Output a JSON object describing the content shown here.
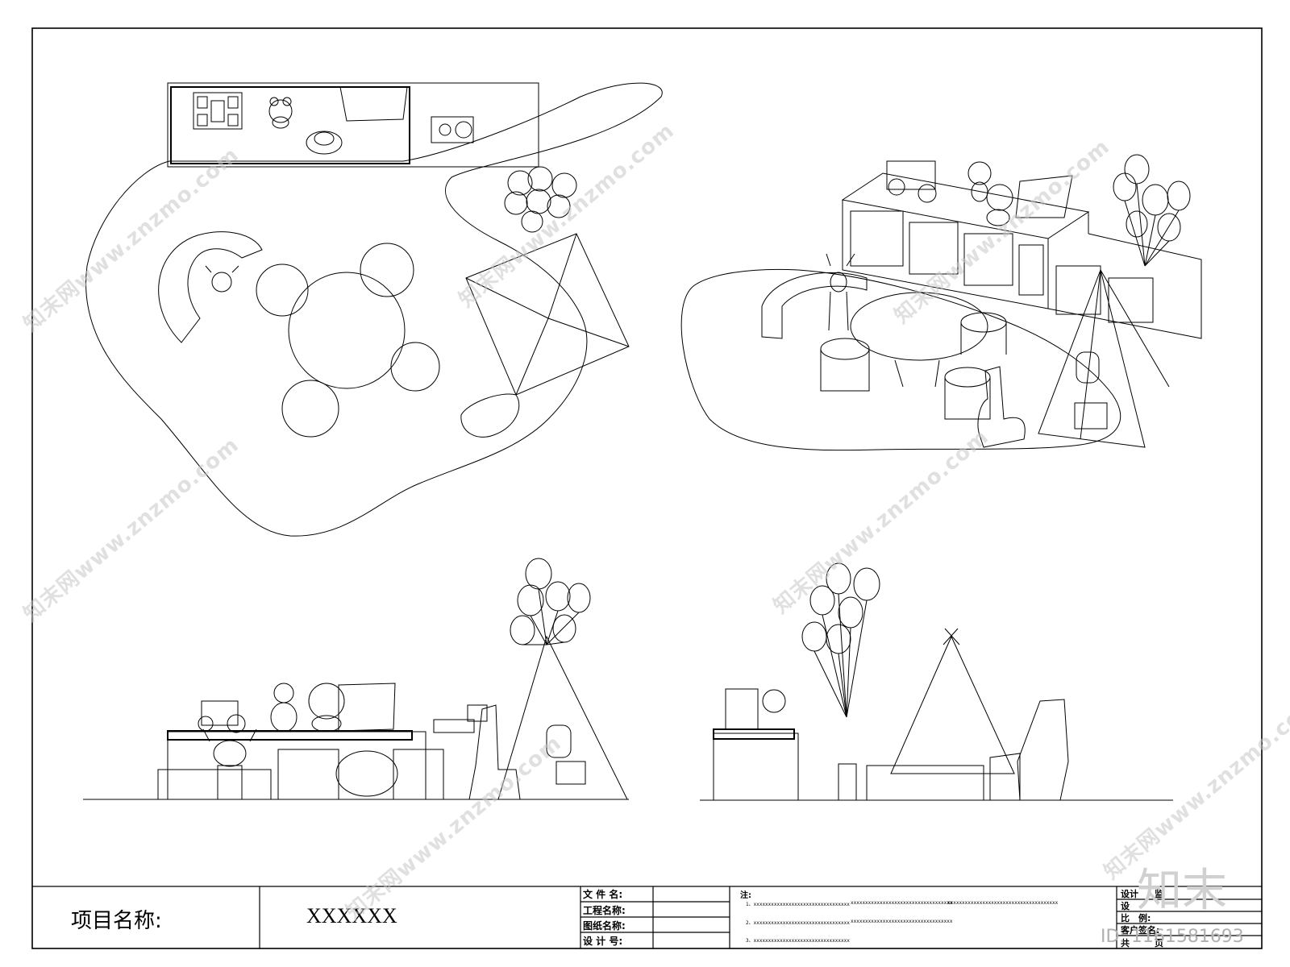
{
  "title_block": {
    "project_label": "项目名称:",
    "project_value": "XXXXXX",
    "fields": {
      "file_name": "文 件 名:",
      "project_name": "工程名称:",
      "drawing_name": "图纸名称:",
      "design_no": "设 计 号:"
    },
    "notes": {
      "label": "注:",
      "line1a": "1、xxxxxxxxxxxxxxxxxxxxxxxxxxxxxxxxx",
      "line1b": "xxxxxxxxxxxxxxxxxxxxxxxxxxxxxxxxxxx",
      "line1c": "xxxxxxxxxxxxxxxxxxxxxxxxxxxxxxxxxxxxxx",
      "line2a": "2、xxxxxxxxxxxxxxxxxxxxxxxxxxxxxxxxx",
      "line2b": "xxxxxxxxxxxxxxxxxxxxxxxxxxxxxxxxxxx",
      "line3a": "3、xxxxxxxxxxxxxxxxxxxxxxxxxxxxxxxxx"
    },
    "right_fields": {
      "r1": "设计",
      "r1b": "监",
      "r2": "设",
      "r3": "比　例:",
      "r4": "客户签名:",
      "r5": "共",
      "r5b": "页"
    }
  },
  "watermark": {
    "text": "知末网www.znzmo.com",
    "brand": "知末",
    "id_label": "ID: 1161581693"
  },
  "colors": {
    "line": "#000000",
    "watermark": "#c8c8c8",
    "background": "#ffffff"
  }
}
